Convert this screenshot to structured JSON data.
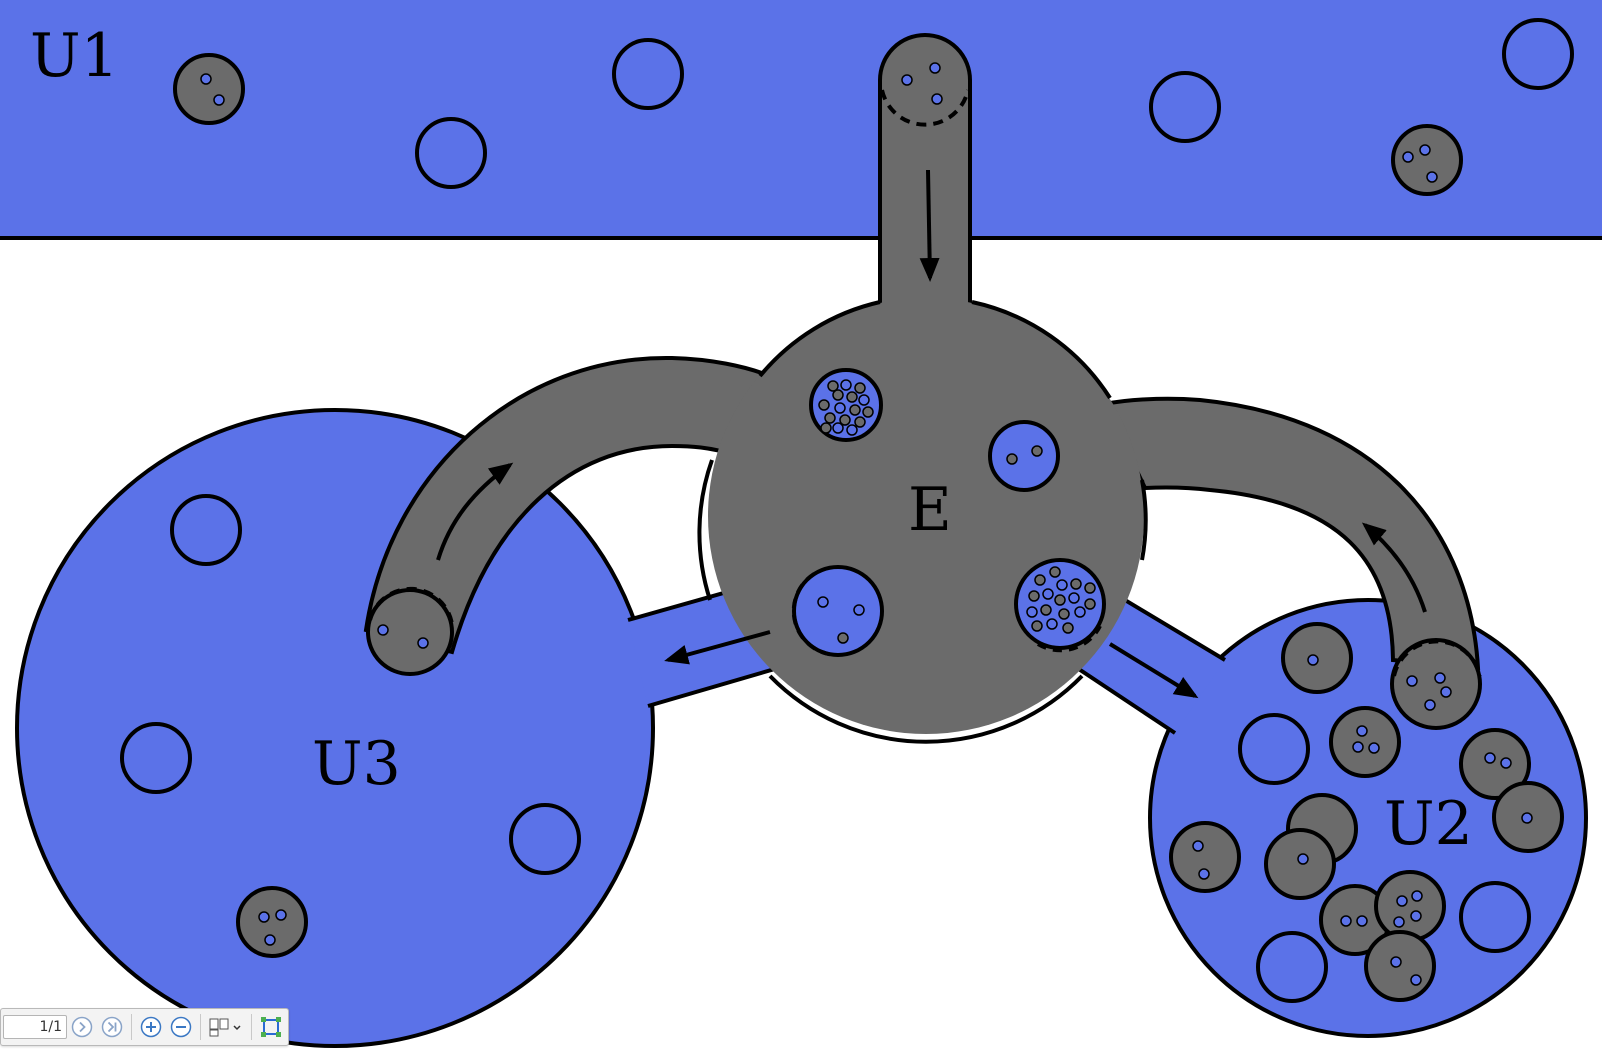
{
  "regions": {
    "top_label": "U1",
    "center_label": "E",
    "left_label": "U3",
    "right_label": "U2"
  },
  "colors": {
    "blue": "#5b72e8",
    "gray": "#6b6b6b",
    "outline": "#000000",
    "background": "#ffffff"
  },
  "toolbar": {
    "page_indicator": "1/1",
    "icons": [
      "next-page-icon",
      "last-page-icon",
      "zoom-in-icon",
      "zoom-out-icon",
      "page-layout-icon",
      "fit-page-icon"
    ]
  }
}
